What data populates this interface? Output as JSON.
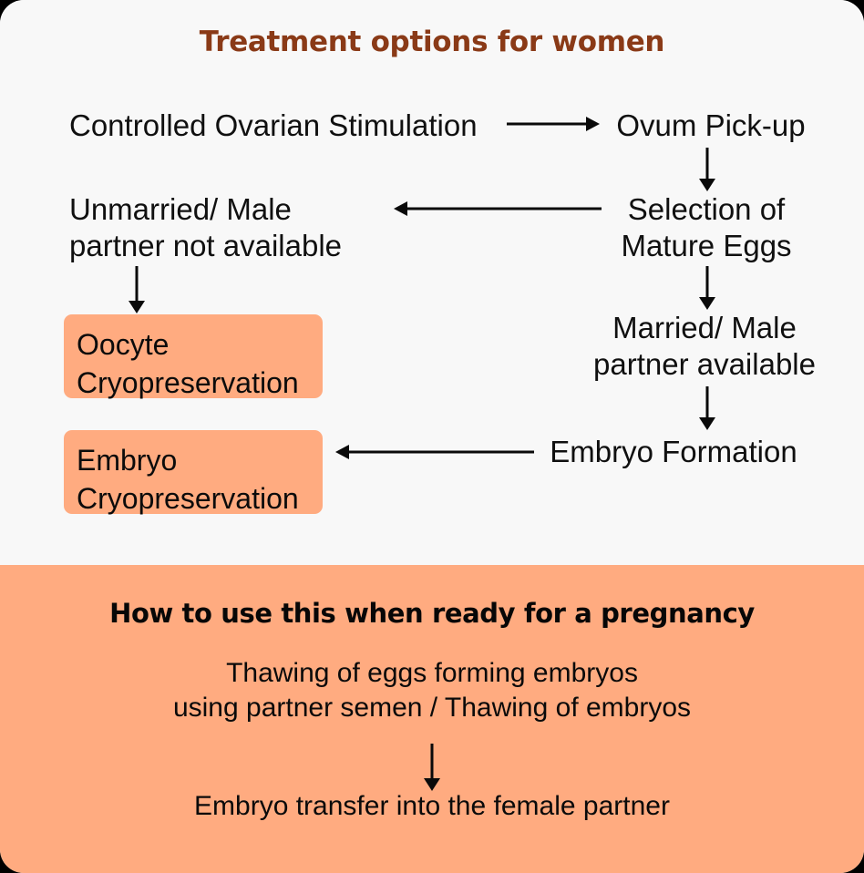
{
  "card": {
    "background_top": "#F8F8F8",
    "background_bottom": "#FFAB80",
    "accent_brown": "#8A3A17",
    "box_orange": "#FFAB80"
  },
  "top": {
    "title": "Treatment options for women",
    "nodes": {
      "controlled_ovarian_stimulation": "Controlled Ovarian Stimulation",
      "ovum_pickup": "Ovum Pick-up",
      "selection_of_mature_eggs": "Selection of\nMature Eggs",
      "unmarried_no_male_partner": "Unmarried/  Male\npartner not available",
      "married_male_partner_available": "Married/  Male\npartner available",
      "embryo_formation": "Embryo Formation"
    },
    "boxes": {
      "oocyte_cryopreservation": "Oocyte\nCryopreservation",
      "embryo_cryopreservation": "Embryo\nCryopreservation"
    },
    "arrows": {
      "cos_to_ovum_pickup": "right-arrow",
      "ovum_pickup_to_selection": "down-arrow",
      "selection_to_unmarried": "left-arrow",
      "unmarried_to_oocyte_box": "down-arrow",
      "selection_to_married": "down-arrow",
      "married_to_embryo_formation": "down-arrow",
      "embryo_formation_to_embryo_box": "left-arrow"
    }
  },
  "bottom": {
    "heading": "How to use this when ready for a pregnancy",
    "step1": "Thawing of eggs forming embryos\nusing partner semen / Thawing of embryos",
    "arrow": "down-arrow",
    "step2": "Embryo transfer into the female partner"
  }
}
